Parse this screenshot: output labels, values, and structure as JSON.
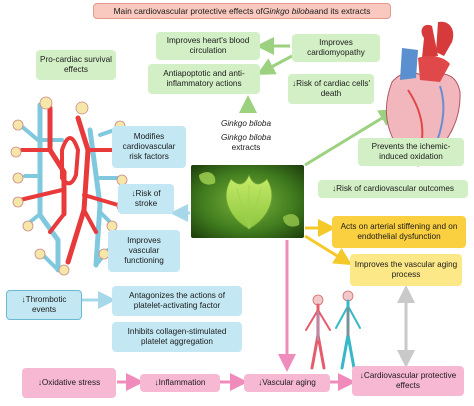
{
  "title": {
    "prefix": "Main cardiovascular protective effects of ",
    "italic": "Ginkgo biloba",
    "suffix": " and its extracts"
  },
  "center": {
    "line1": "Ginkgo biloba",
    "line2_italic": "Ginkgo biloba",
    "line2_rest": "extracts"
  },
  "boxes": {
    "pro_cardiac": "Pro-cardiac survival effects",
    "heart_blood": "Improves heart's blood circulation",
    "cardiomyopathy": "Improves cardiomyopathy",
    "antiapoptotic": "Antiapoptotic and anti-inflammatory actions",
    "cardiac_death": "↓Risk of cardiac cells' death",
    "modifies_risk": "Modifies cardiovascular risk factors",
    "stroke": "↓Risk of stroke",
    "vascular_func": "Improves vascular functioning",
    "ischemic": "Prevents the ichemic-induced oxidation",
    "cv_outcomes": "↓Risk of cardiovascular outcomes",
    "arterial_stiff": "Acts on arterial stiffening and on endothelial dysfunction",
    "vascular_aging_process": "Improves the vascular aging process",
    "thrombotic": "↓Thrombotic events",
    "platelet_factor": "Antagonizes the actions of platelet-activating factor",
    "collagen": "Inhibits collagen-stimulated platelet aggregation",
    "oxidative": "↓Oxidative stress",
    "inflammation": "↓Inflammation",
    "vascular_aging": "↓Vascular aging",
    "cv_protective": "↓Cardiovascular protective effects"
  },
  "colors": {
    "green": "#d3efc6",
    "blue": "#c3e8f4",
    "yellow": "#fbd040",
    "light_yellow": "#fde887",
    "pink": "#f7b8d3",
    "title": "#f9c9bf",
    "green_arrow": "#9bd17f",
    "pink_arrow": "#f08cbb",
    "blue_arrow": "#a6d8ea",
    "yellow_arrow": "#f6c92a",
    "grey_arrow": "#c9c9c9"
  }
}
